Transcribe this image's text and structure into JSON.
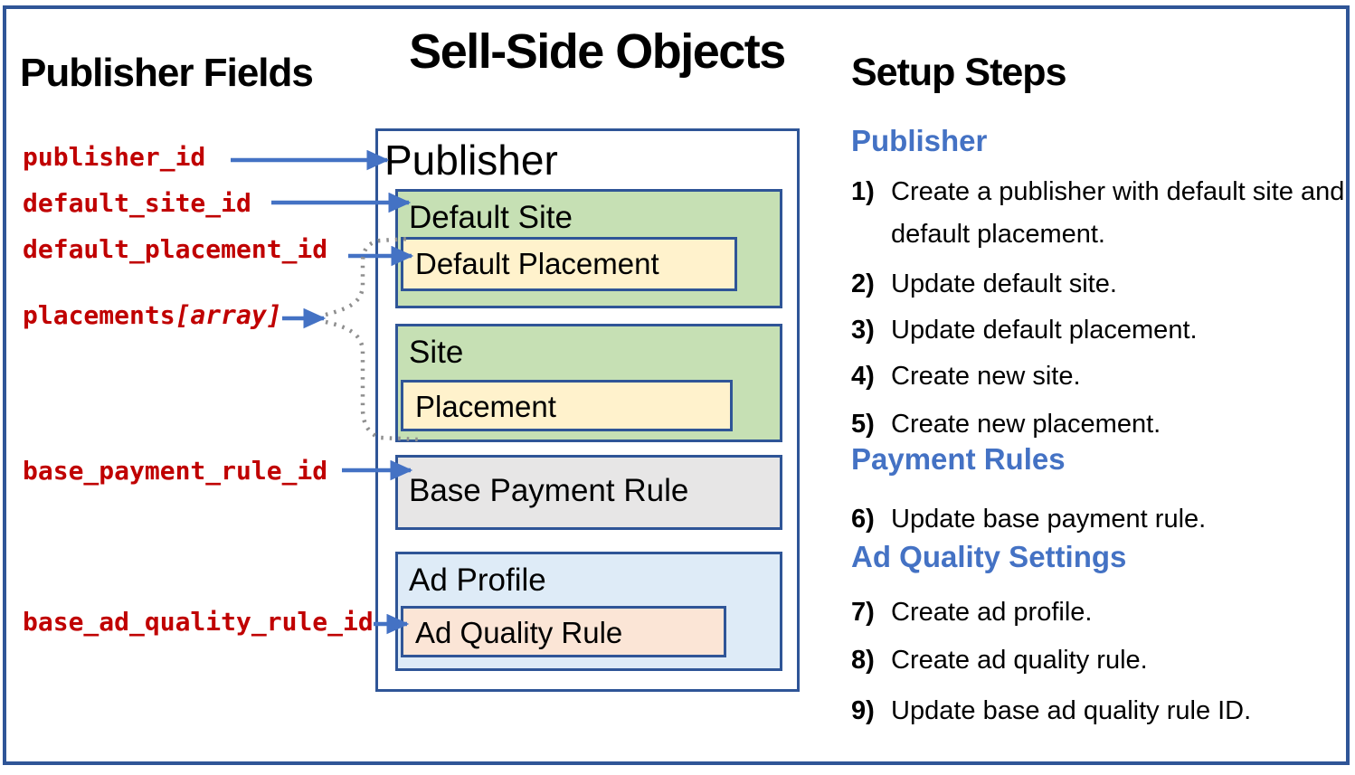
{
  "title": "Sell-Side Objects",
  "left_panel": {
    "heading": "Publisher Fields",
    "fields": [
      {
        "name": "publisher_id",
        "suffix": ""
      },
      {
        "name": "default_site_id",
        "suffix": ""
      },
      {
        "name": "default_placement_id",
        "suffix": ""
      },
      {
        "name": "placements",
        "suffix": "[array]"
      },
      {
        "name": "base_payment_rule_id",
        "suffix": ""
      },
      {
        "name": "base_ad_quality_rule_id",
        "suffix": ""
      }
    ]
  },
  "diagram": {
    "container_label": "Publisher",
    "boxes": {
      "default_site": "Default Site",
      "default_placement": "Default Placement",
      "site": "Site",
      "placement": "Placement",
      "base_payment_rule": "Base Payment Rule",
      "ad_profile": "Ad Profile",
      "ad_quality_rule": "Ad Quality Rule"
    }
  },
  "right_panel": {
    "heading": "Setup Steps",
    "sections": [
      {
        "heading": "Publisher",
        "steps": [
          {
            "num": "1)",
            "text": "Create a publisher with default site and default placement."
          },
          {
            "num": "2)",
            "text": "Update default site."
          },
          {
            "num": "3)",
            "text": "Update default placement."
          },
          {
            "num": "4)",
            "text": "Create new site."
          },
          {
            "num": "5)",
            "text": "Create new placement."
          }
        ]
      },
      {
        "heading": "Payment Rules",
        "steps": [
          {
            "num": "6)",
            "text": "Update base payment rule."
          }
        ]
      },
      {
        "heading": "Ad Quality Settings",
        "steps": [
          {
            "num": "7)",
            "text": "Create ad profile."
          },
          {
            "num": "8)",
            "text": "Create ad quality rule."
          },
          {
            "num": "9)",
            "text": "Update base ad quality rule ID."
          }
        ]
      }
    ]
  },
  "colors": {
    "frame_border_blue": "#2F5597",
    "arrow_blue": "#4472C4",
    "section_heading_blue": "#4472C4",
    "field_red": "#C00000",
    "site_green": "#C6E0B4",
    "placement_yellow": "#FFF2CC",
    "payment_gray": "#E7E6E6",
    "ad_profile_blue": "#DEEBF7",
    "ad_quality_peach": "#FBE5D6",
    "dotted_gray": "#8F8F8F"
  }
}
